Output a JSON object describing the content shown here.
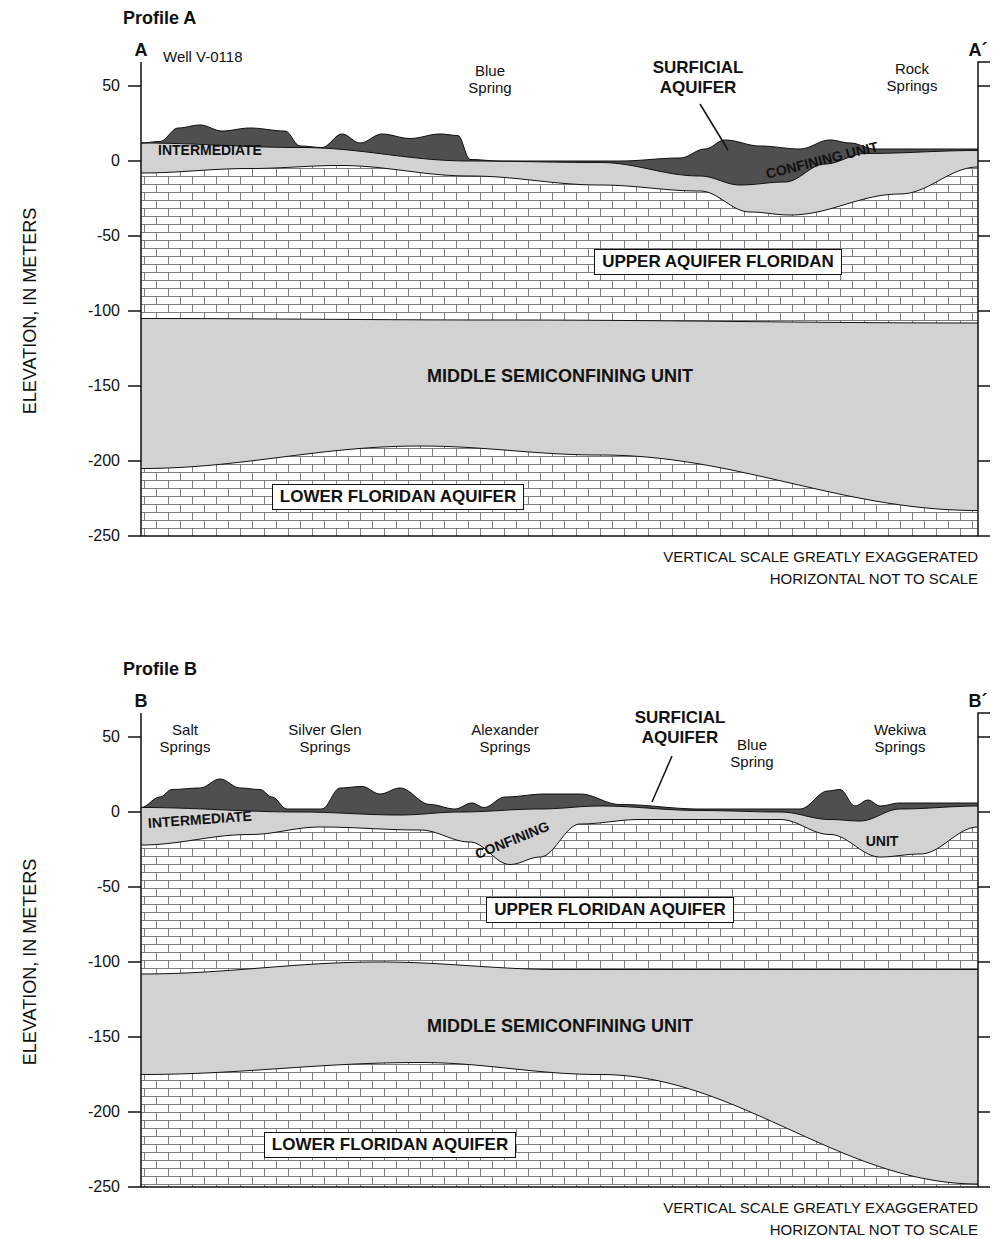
{
  "diagram": {
    "nodes": [
      {
        "text": [
          "UPPER AQUIFER FLORIDAN"
        ]
      },
      {
        "text": [
          "LOWER FLORIDAN AQUIFER"
        ]
      },
      {
        "text": [
          "UPPER FLORIDAN AQUIFER"
        ]
      },
      {
        "text": [
          "LOWER FLORIDAN AQUIFER"
        ]
      }
    ],
    "labels": [
      "Profile A",
      "A",
      "A´",
      "50",
      "0",
      "-50",
      "-100",
      "-150",
      "-200",
      "-250",
      "ELEVATION, IN METERS",
      "Well V-0118",
      "Blue Spring",
      "SURFICIAL AQUIFER",
      "Rock Springs",
      "INTERMEDIATE",
      "CONFINING UNIT",
      "MIDDLE SEMICONFINING UNIT",
      "VERTICAL SCALE GREATLY EXAGGERATED",
      "HORIZONTAL NOT TO SCALE",
      "Profile B",
      "B",
      "B´",
      "50",
      "0",
      "-50",
      "-100",
      "-150",
      "-200",
      "-250",
      "ELEVATION, IN METERS",
      "Salt Springs",
      "Silver Glen Springs",
      "Alexander Springs",
      "SURFICIAL AQUIFER",
      "Blue Spring",
      "Wekiwa Springs",
      "INTERMEDIATE",
      "CONFINING",
      "UNIT",
      "MIDDLE SEMICONFINING UNIT",
      "VERTICAL SCALE GREATLY EXAGGERATED",
      "HORIZONTAL NOT TO SCALE"
    ]
  }
}
